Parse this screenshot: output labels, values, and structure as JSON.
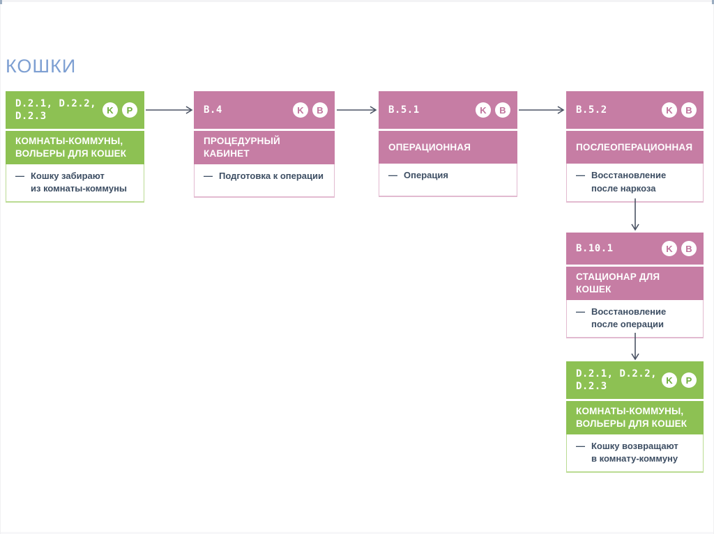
{
  "page": {
    "title": "КОШКИ",
    "background": "#ffffff"
  },
  "glyphs": {
    "dash": "—"
  },
  "colors": {
    "green": "#8dc153",
    "green_badge_letter": "#6fae3a",
    "pink": "#c67da4",
    "pink_badge_letter": "#c0739c",
    "title_blue": "#7d9fd2",
    "note_text": "#3d4e63",
    "arrow": "#4a5263"
  },
  "boxes": [
    {
      "id": "rooms-start",
      "type": "green",
      "code": "D.2.1, D.2.2,\nD.2.3",
      "badges": [
        "K",
        "P"
      ],
      "label": "КОМНАТЫ-КОММУНЫ,\nВОЛЬЕРЫ ДЛЯ КОШЕК",
      "note": "Кошку забирают\nиз комнаты-коммуны"
    },
    {
      "id": "b4",
      "type": "pink",
      "code": "B.4",
      "badges": [
        "K",
        "B"
      ],
      "label": "ПРОЦЕДУРНЫЙ КАБИНЕТ",
      "note": "Подготовка к операции"
    },
    {
      "id": "b51",
      "type": "pink",
      "code": "B.5.1",
      "badges": [
        "K",
        "B"
      ],
      "label": "ОПЕРАЦИОННАЯ",
      "note": "Операция"
    },
    {
      "id": "b52",
      "type": "pink",
      "code": "B.5.2",
      "badges": [
        "K",
        "B"
      ],
      "label": "ПОСЛЕОПЕРАЦИОННАЯ",
      "note": "Восстановление\nпосле наркоза"
    },
    {
      "id": "b101",
      "type": "pink",
      "code": "B.10.1",
      "badges": [
        "K",
        "B"
      ],
      "label": "СТАЦИОНАР ДЛЯ КОШЕК",
      "note": "Восстановление\nпосле операции"
    },
    {
      "id": "rooms-return",
      "type": "green",
      "code": "D.2.1, D.2.2,\nD.2.3",
      "badges": [
        "K",
        "P"
      ],
      "label": "КОМНАТЫ-КОММУНЫ,\nВОЛЬЕРЫ ДЛЯ КОШЕК",
      "note": "Кошку возвращают\nв комнату-коммуну"
    }
  ]
}
